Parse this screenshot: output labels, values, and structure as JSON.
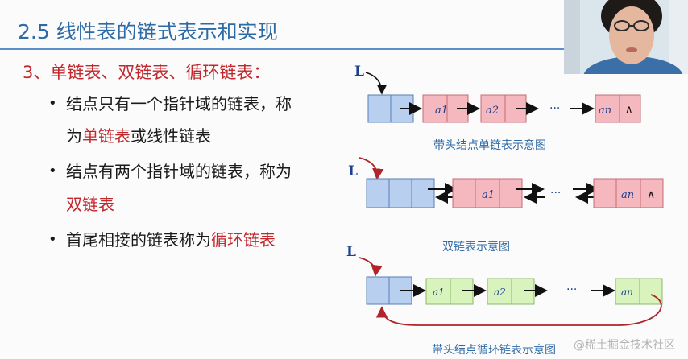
{
  "title": "2.5 线性表的链式表示和实现",
  "section_heading": "3、单链表、双链表、循环链表：",
  "bullets": [
    {
      "line1": "结点只有一个指针域的链表，称",
      "line2_pre": "为",
      "line2_red": "单链表",
      "line2_post": "或线性链表"
    },
    {
      "line1": "结点有两个指针域的链表，称为",
      "line2_red": "双链表"
    },
    {
      "pre": "首尾相接的链表称为",
      "red": "循环链表"
    }
  ],
  "diagrams": {
    "singly": {
      "head": "L",
      "nodes": [
        "a1",
        "a2",
        "an"
      ],
      "ellipsis": "···",
      "null_mark": "∧",
      "caption": "带头结点单链表示意图"
    },
    "doubly": {
      "head": "L",
      "nodes": [
        "a1",
        "an"
      ],
      "ellipsis": "···",
      "null_mark": "∧",
      "caption": "双链表示意图"
    },
    "circular": {
      "head": "L",
      "nodes": [
        "a1",
        "a2",
        "an"
      ],
      "ellipsis": "···",
      "caption": "带头结点循环链表示意图"
    }
  },
  "colors": {
    "title": "#2e6aa6",
    "accent_red": "#c0282d",
    "head_node_fill": "#b8cff0",
    "single_node_fill": "#f6b8bf",
    "circ_node_fill": "#d8f3bb"
  },
  "watermark": "@稀土掘金技术社区"
}
